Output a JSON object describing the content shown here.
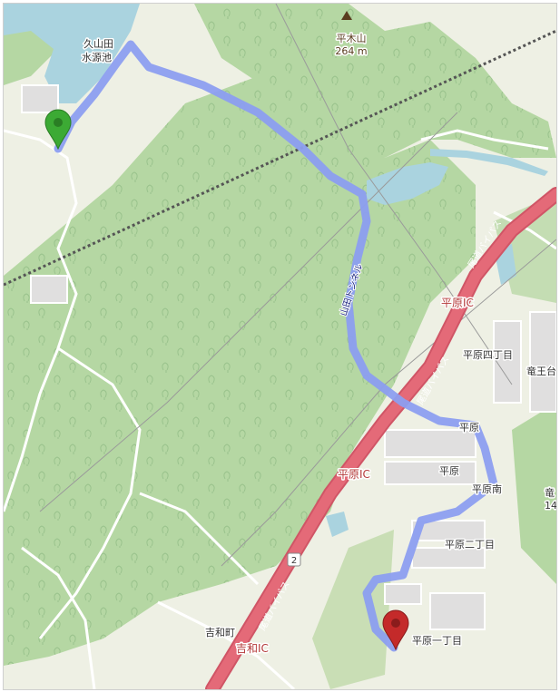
{
  "map": {
    "labels": {
      "pond": [
        "久山田",
        "水源池"
      ],
      "peak_name": "平木山",
      "peak_elev": "264 m",
      "tunnel": "山田トンネル",
      "bypass_1": "尾道バイパス",
      "bypass_2": "尾道バイパス",
      "bypass_3": "尾道バイパス",
      "hirahara_ic_1": "平原IC",
      "hirahara_ic_2": "平原IC",
      "yoshiwa_ic": "吉和IC",
      "yoshiwa_town": "吉和町",
      "hirahara_4": "平原四丁目",
      "ryuodai": "竜王台",
      "hirahara_stop": "平原",
      "hirahara": "平原",
      "hirahara_minami": "平原南",
      "hirahara_2": "平原二丁目",
      "hirahara_1": "平原一丁目",
      "route_no": "2",
      "edge_1": "竜",
      "edge_2": "14"
    },
    "colors": {
      "forest": "#b5d7a3",
      "land": "#eef0e4",
      "water": "#aad3df",
      "route": "#8c9ef0",
      "highway": "#e46a78",
      "start_pin": "#3caa34",
      "end_pin": "#c42a2a"
    },
    "markers": {
      "start": "green-pin",
      "end": "red-pin"
    }
  }
}
